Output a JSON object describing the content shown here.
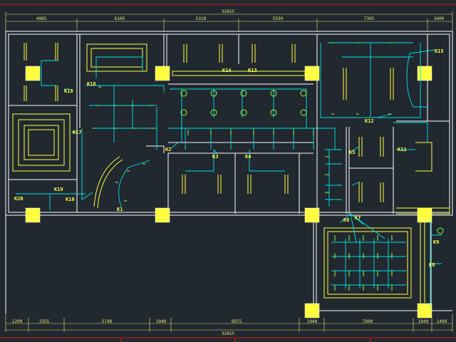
{
  "colors": {
    "background": "#212830",
    "wall": "#ffffff",
    "furniture": "#ffff40",
    "wiring": "#00e5e5",
    "lamp": "#90ff40",
    "dimension": "#e8e870",
    "frame": "#e01010",
    "column_fill": "#ffff40"
  },
  "dimensions_top": {
    "total": "32655",
    "segments": [
      "4085",
      "6105",
      "5310",
      "5550",
      "7305",
      "3400"
    ]
  },
  "dimensions_bottom": {
    "total": "32655",
    "segments": [
      "1200",
      "3355",
      "5740",
      "1040",
      "9975",
      "1040",
      "7040",
      "1040",
      "1400"
    ]
  },
  "switch_labels": [
    "K16",
    "K15",
    "K14",
    "K13",
    "K12",
    "K11",
    "K17",
    "K10",
    "K9",
    "K8",
    "K7",
    "K6",
    "K5",
    "K4",
    "K3",
    "K2",
    "K1",
    "K18",
    "K19",
    "K20"
  ]
}
